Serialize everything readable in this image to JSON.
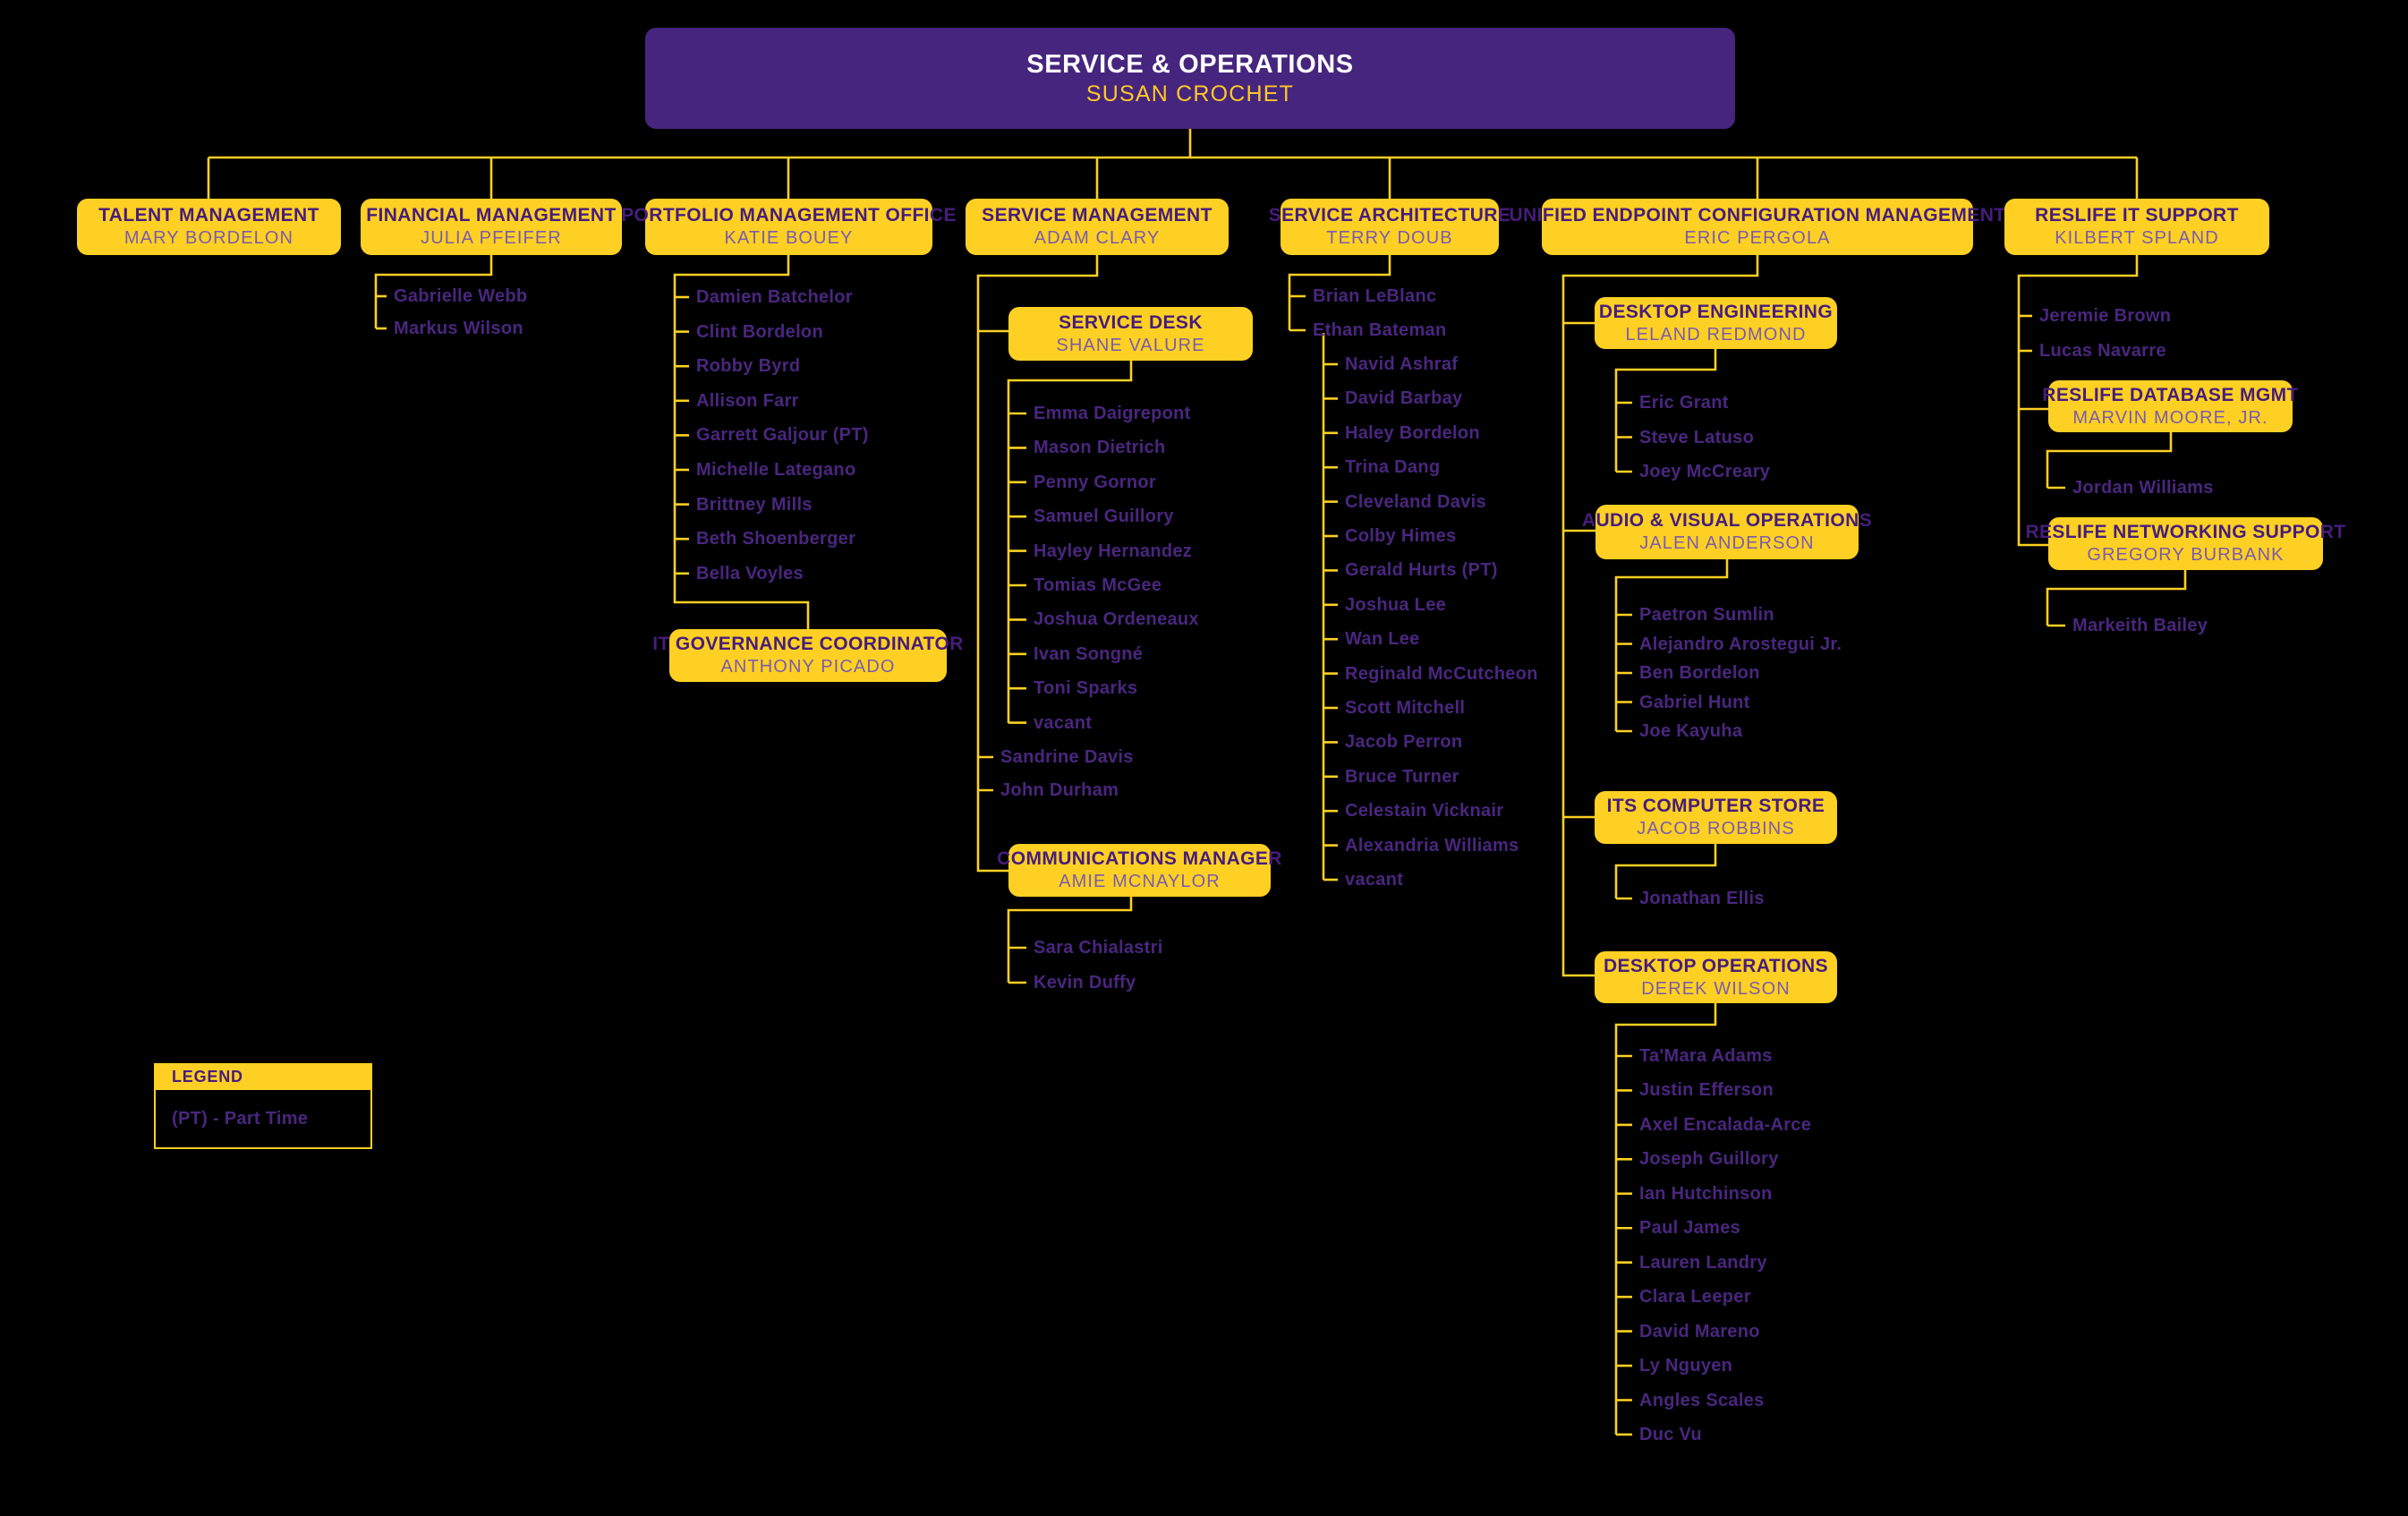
{
  "palette": {
    "background": "#000000",
    "gold": "#FDD023",
    "purple_box": "#46257E",
    "title_purple": "#461D7C",
    "subtitle_purple": "#7A5CAD",
    "name_purple": "#4A267F",
    "root_title_white": "#FFFFFF",
    "root_name_gold": "#FDC926"
  },
  "boxes": {
    "root": {
      "title": "SERVICE & OPERATIONS",
      "name": "SUSAN CROCHET"
    },
    "talent": {
      "title": "TALENT MANAGEMENT",
      "name": "MARY BORDELON"
    },
    "financial": {
      "title": "FINANCIAL MANAGEMENT",
      "name": "JULIA PFEIFER"
    },
    "portfolio": {
      "title": "PORTFOLIO MANAGEMENT OFFICE",
      "name": "KATIE BOUEY"
    },
    "itgov": {
      "title": "IT GOVERNANCE COORDINATOR",
      "name": "ANTHONY PICADO"
    },
    "svc_mgmt": {
      "title": "SERVICE MANAGEMENT",
      "name": "ADAM CLARY"
    },
    "service_desk": {
      "title": "SERVICE DESK",
      "name": "SHANE VALURE"
    },
    "comms": {
      "title": "COMMUNICATIONS MANAGER",
      "name": "AMIE MCNAYLOR"
    },
    "svc_arch": {
      "title": "SERVICE ARCHITECTURE",
      "name": "TERRY DOUB"
    },
    "uecm": {
      "title": "UNIFIED ENDPOINT CONFIGURATION MANAGEMENT",
      "name": "ERIC PERGOLA"
    },
    "desktop_eng": {
      "title": "DESKTOP ENGINEERING",
      "name": "LELAND REDMOND"
    },
    "av_ops": {
      "title": "AUDIO & VISUAL OPERATIONS",
      "name": "JALEN ANDERSON"
    },
    "its_store": {
      "title": "ITS COMPUTER STORE",
      "name": "JACOB ROBBINS"
    },
    "desktop_ops": {
      "title": "DESKTOP OPERATIONS",
      "name": "DEREK WILSON"
    },
    "reslife": {
      "title": "RESLIFE IT SUPPORT",
      "name": "KILBERT SPLAND"
    },
    "reslife_db": {
      "title": "RESLIFE DATABASE MGMT",
      "name": "MARVIN MOORE, JR."
    },
    "reslife_net": {
      "title": "RESLIFE NETWORKING SUPPORT",
      "name": "GREGORY BURBANK"
    }
  },
  "lists": {
    "financial_children": [
      "Gabrielle Webb",
      "Markus Wilson"
    ],
    "portfolio_children": [
      "Damien Batchelor",
      "Clint Bordelon",
      "Robby Byrd",
      "Allison Farr",
      "Garrett Galjour (PT)",
      "Michelle Lategano",
      "Brittney Mills",
      "Beth Shoenberger",
      "Bella Voyles"
    ],
    "service_desk_children": [
      "Emma Daigrepont",
      "Mason Dietrich",
      "Penny Gornor",
      "Samuel Guillory",
      "Hayley Hernandez",
      "Tomias McGee",
      "Joshua Ordeneaux",
      "Ivan Songné",
      "Toni Sparks",
      "vacant"
    ],
    "svc_mgmt_direct": [
      "Sandrine Davis",
      "John Durham"
    ],
    "comms_children": [
      "Sara Chialastri",
      "Kevin Duffy"
    ],
    "svc_arch_direct": [
      "Brian LeBlanc",
      "Ethan Bateman"
    ],
    "ethan_team": [
      "Navid Ashraf",
      "David Barbay",
      "Haley Bordelon",
      "Trina Dang",
      "Cleveland Davis",
      "Colby Himes",
      "Gerald Hurts (PT)",
      "Joshua Lee",
      "Wan Lee",
      "Reginald McCutcheon",
      "Scott Mitchell",
      "Jacob Perron",
      "Bruce Turner",
      "Celestain Vicknair",
      "Alexandria Williams",
      "vacant"
    ],
    "desktop_eng_children": [
      "Eric Grant",
      "Steve Latuso",
      "Joey McCreary"
    ],
    "av_ops_children": [
      "Paetron Sumlin",
      "Alejandro Arostegui Jr.",
      "Ben Bordelon",
      "Gabriel Hunt",
      "Joe Kayuha"
    ],
    "its_store_children": [
      "Jonathan Ellis"
    ],
    "desktop_ops_children": [
      "Ta'Mara Adams",
      "Justin Efferson",
      "Axel Encalada-Arce",
      "Joseph Guillory",
      "Ian Hutchinson",
      "Paul James",
      "Lauren Landry",
      "Clara Leeper",
      "David Mareno",
      "Ly Nguyen",
      "Angles Scales",
      "Duc Vu"
    ],
    "reslife_direct": [
      "Jeremie Brown",
      "Lucas Navarre"
    ],
    "reslife_db_children": [
      "Jordan Williams"
    ],
    "reslife_net_children": [
      "Markeith Bailey"
    ]
  },
  "legend": {
    "title": "LEGEND",
    "entries": [
      "(PT) - Part Time"
    ]
  }
}
